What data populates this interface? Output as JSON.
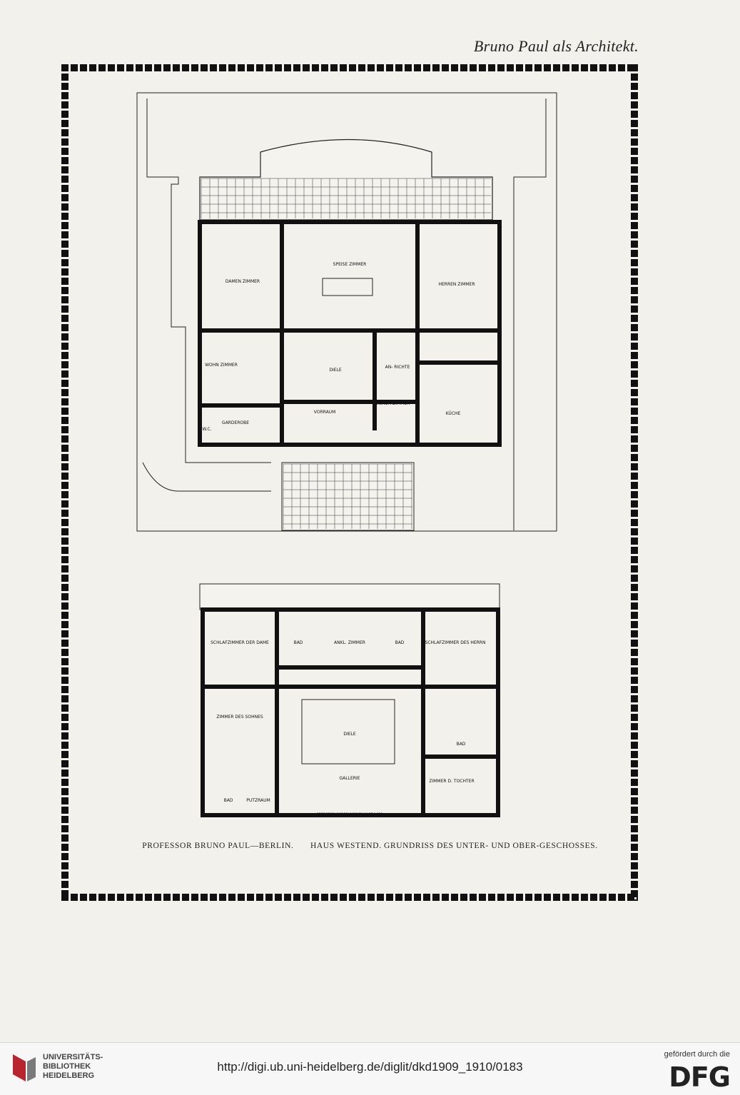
{
  "running_head": "Bruno Paul als Architekt.",
  "plans": {
    "ground": {
      "rooms": {
        "speise": "SPEISE ZIMMER",
        "damen": "DAMEN ZIMMER",
        "herren": "HERREN ZIMMER",
        "wohn": "WOHN ZIMMER",
        "diele": "DIELE",
        "anrichte": "AN- RICHTE",
        "vorraum": "VORRAUM",
        "diener": "DIENER ZIMMER",
        "kuche": "KÜCHE",
        "garderobe": "GARDEROBE",
        "wc": "W.C."
      }
    },
    "upper": {
      "rooms": {
        "schlaf_dame": "SCHLAFZIMMER DER DAME",
        "bad1": "BAD",
        "ankl": "ANKL. ZIMMER",
        "bad2": "BAD",
        "schlaf_herrn": "SCHLAFZIMMER DES HERRN",
        "sohn": "ZIMMER DES SOHNES",
        "diele": "DIELE",
        "bad3": "BAD",
        "putzraum": "PUTZRAUM",
        "gallerie": "GALLERIE",
        "tochter": "ZIMMER D. TOCHTER",
        "bad4": "BAD"
      },
      "scale_note": "OBERGESCHOSSGRUNDRISS MASZ 1:150"
    }
  },
  "caption": {
    "left": "PROFESSOR BRUNO PAUL—BERLIN.",
    "right": "HAUS WESTEND. GRUNDRISS DES UNTER- UND OBER-GESCHOSSES."
  },
  "footer": {
    "library": [
      "UNIVERSITÄTS-",
      "BIBLIOTHEK",
      "HEIDELBERG"
    ],
    "url": "http://digi.ub.uni-heidelberg.de/diglit/dkd1909_1910/0183",
    "funded_by": "gefördert durch die",
    "funder": "DFG"
  }
}
